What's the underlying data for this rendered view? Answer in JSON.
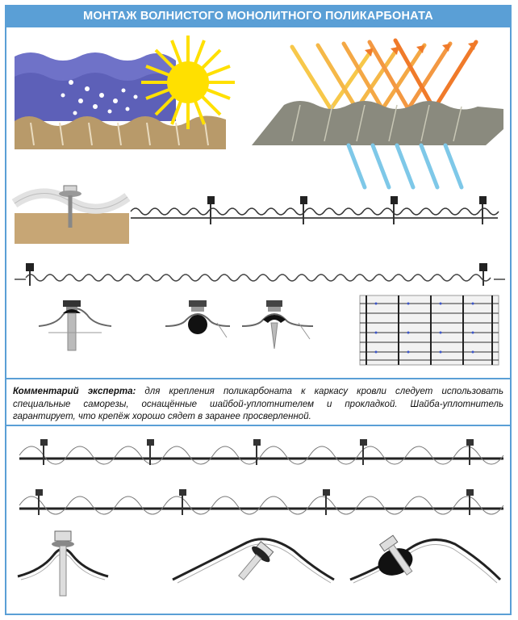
{
  "header": {
    "title": "МОНТАЖ ВОЛНИСТОГО МОНОЛИТНОГО ПОЛИКАРБОНАТА"
  },
  "comment": {
    "label": "Комментарий эксперта:",
    "text": "для крепления поликарбоната к каркасу кровли следует использовать специальные саморезы, оснащённые шайбой-уплотнителем и прокладкой. Шайба-уплотнитель гарантирует, что крепёж хорошо сядет в заранее просверленной."
  },
  "colors": {
    "accent": "#5a9fd6",
    "sun": "#ffe000",
    "sheet_blue": "#6f72c8",
    "sheet_brown": "#b89a6a",
    "ray_orange": "#f07a2a",
    "ray_blue": "#7ec8e8"
  }
}
